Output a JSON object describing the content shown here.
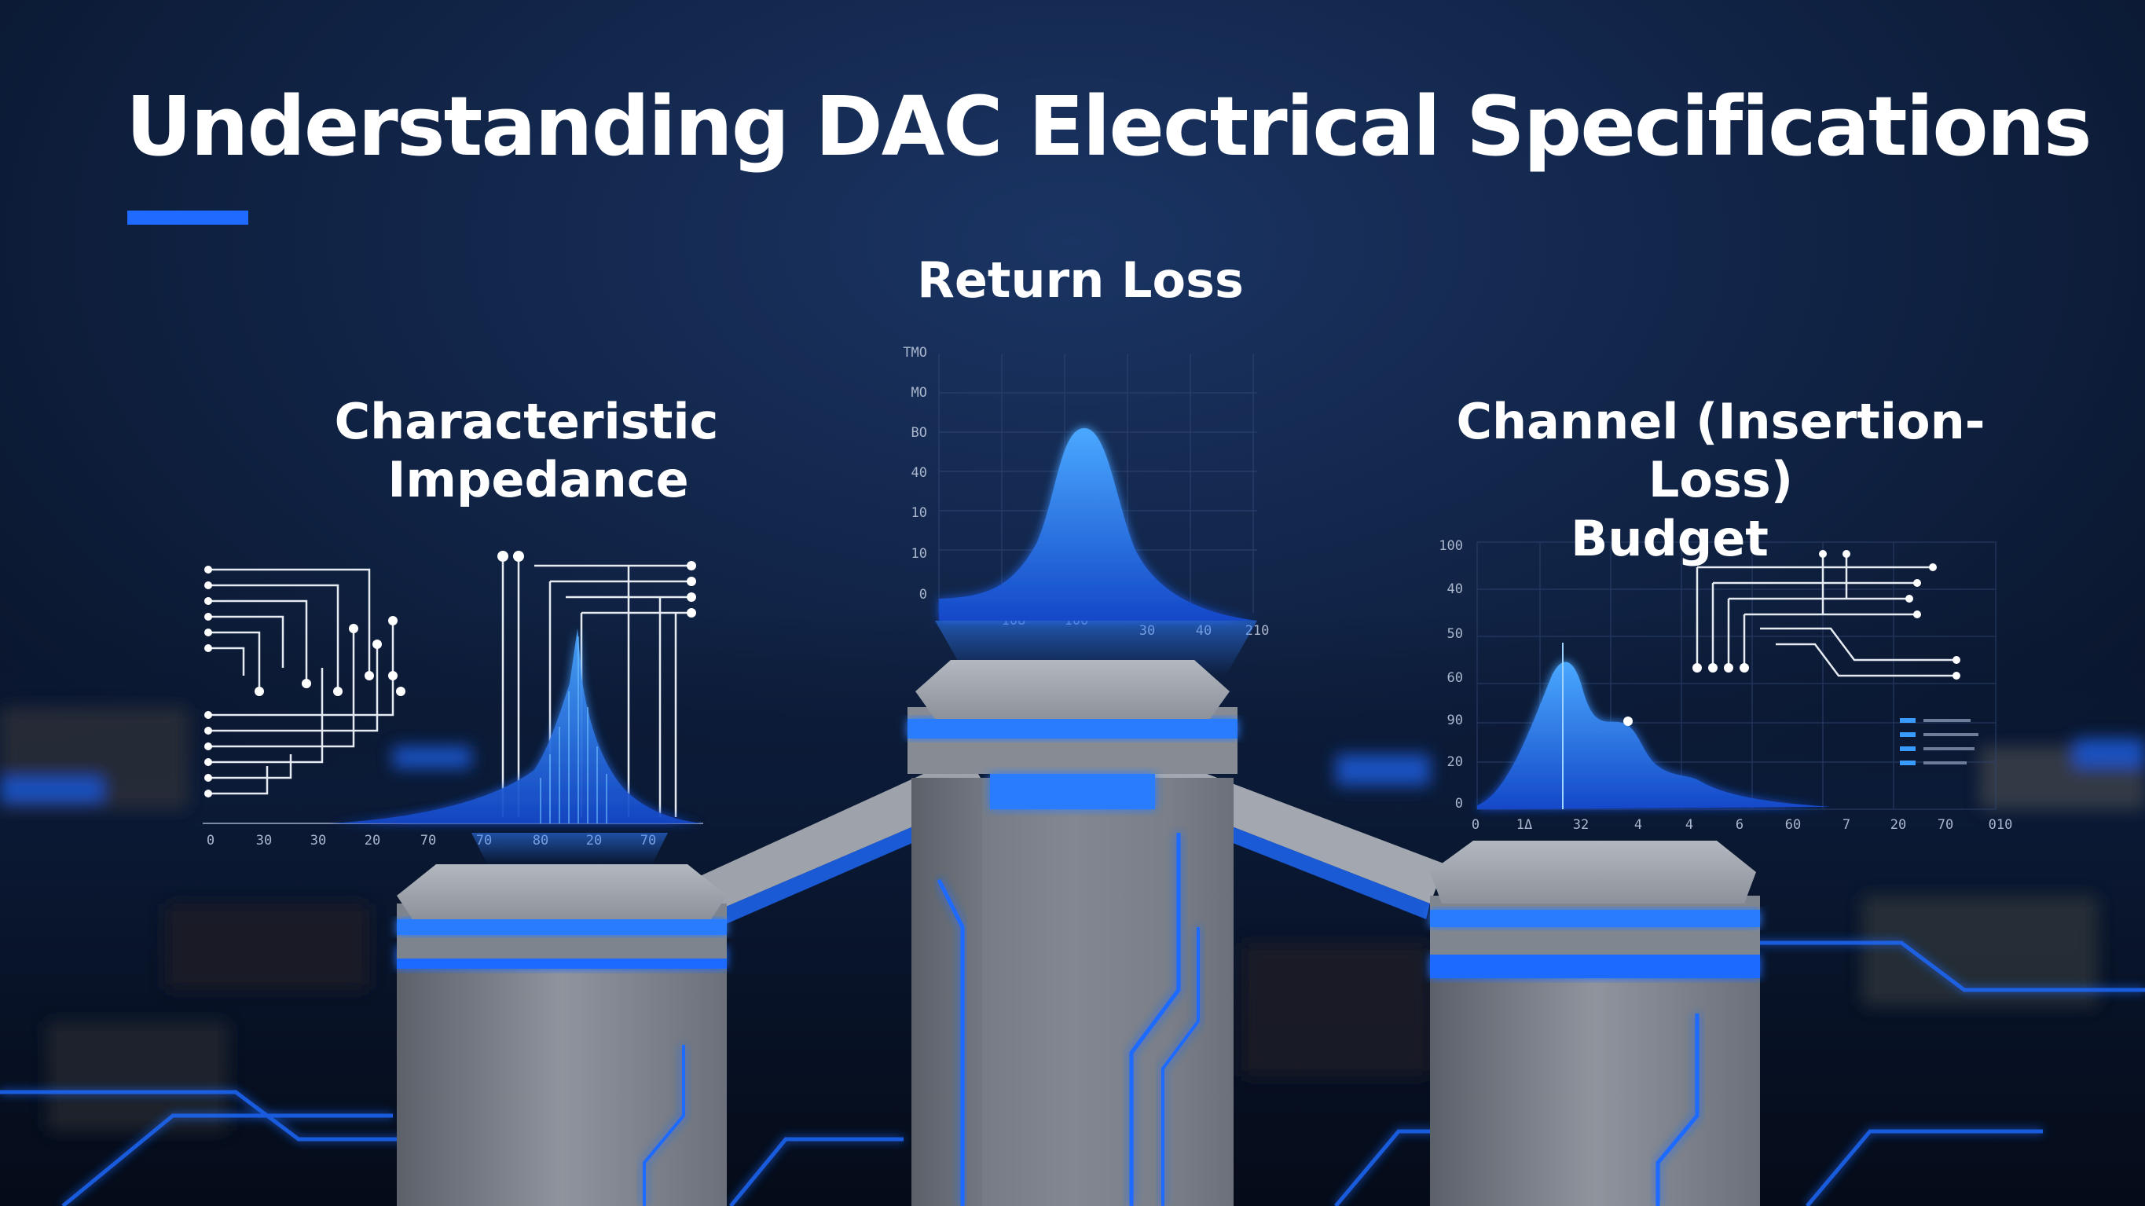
{
  "slide": {
    "title": "Understanding DAC Electrical Specifications",
    "accent_color": "#1f6bff"
  },
  "labels": {
    "return_loss": "Return Loss",
    "characteristic_impedance_line1": "Characteristic",
    "characteristic_impedance_line2": "Impedance",
    "channel_budget_line1": "Channel (Insertion-Loss)",
    "channel_budget_line2": "Budget"
  },
  "colors": {
    "background": "#0c1a33",
    "glow_blue": "#1f6bff",
    "pillar_gray": "#8c929c"
  }
}
